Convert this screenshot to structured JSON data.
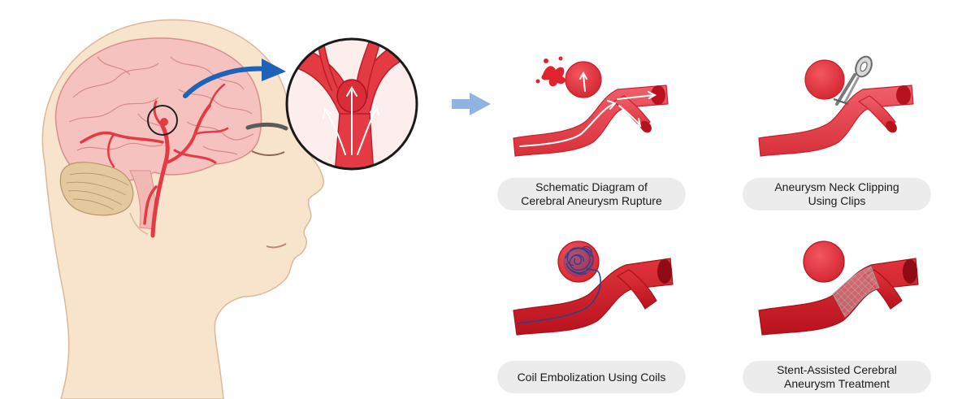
{
  "captions": {
    "rupture": {
      "line1": "Schematic Diagram of",
      "line2": "Cerebral Aneurysm Rupture"
    },
    "clipping": {
      "line1": "Aneurysm Neck Clipping",
      "line2": "Using Clips"
    },
    "coil": {
      "line1": "Coil Embolization Using Coils"
    },
    "stent": {
      "line1": "Stent-Assisted Cerebral",
      "line2": "Aneurysm Treatment"
    }
  },
  "colors": {
    "vessel": "#e8424a",
    "vessel_dark": "#c8202b",
    "aneurysm": "#e43a43",
    "brain": "#f6c2bf",
    "skin": "#f8e3cc",
    "cerebellum": "#e3c8a0",
    "arrow_blue": "#1f63b8",
    "arrow_light": "#8fb4e3",
    "coil": "#2a3f8f",
    "caption_bg": "#ececec"
  },
  "icons": [
    "head-illustration",
    "magnifier-circle",
    "curved-arrow",
    "right-arrow",
    "clip-icon",
    "coil-icon",
    "stent-mesh-icon",
    "rupture-splash-icon"
  ]
}
